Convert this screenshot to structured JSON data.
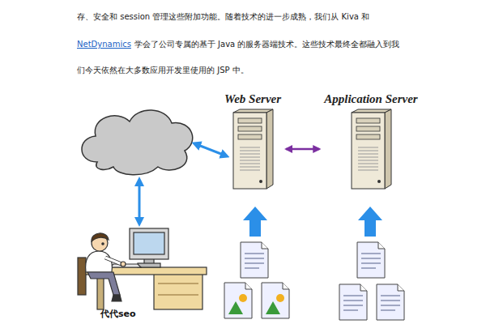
{
  "diagram": {
    "nodes": [
      {
        "text": [
          "Web Server"
        ]
      },
      {
        "text": [
          "Application Server"
        ]
      }
    ],
    "edges": [
      {
        "from": 0,
        "to": 1,
        "arrow": "both"
      }
    ],
    "labels": [
      "存、安全和 session 管理这些附加功能。随着技术的进一步成熟，我们从 Kiva 和",
      "NetDynamics",
      "学会了公司专属的基于 Java 的服务器端技术。这些技术最终全都融入到我",
      "们今天依然在大多数应用开发里使用的 JSP 中。",
      "代代seo"
    ]
  }
}
